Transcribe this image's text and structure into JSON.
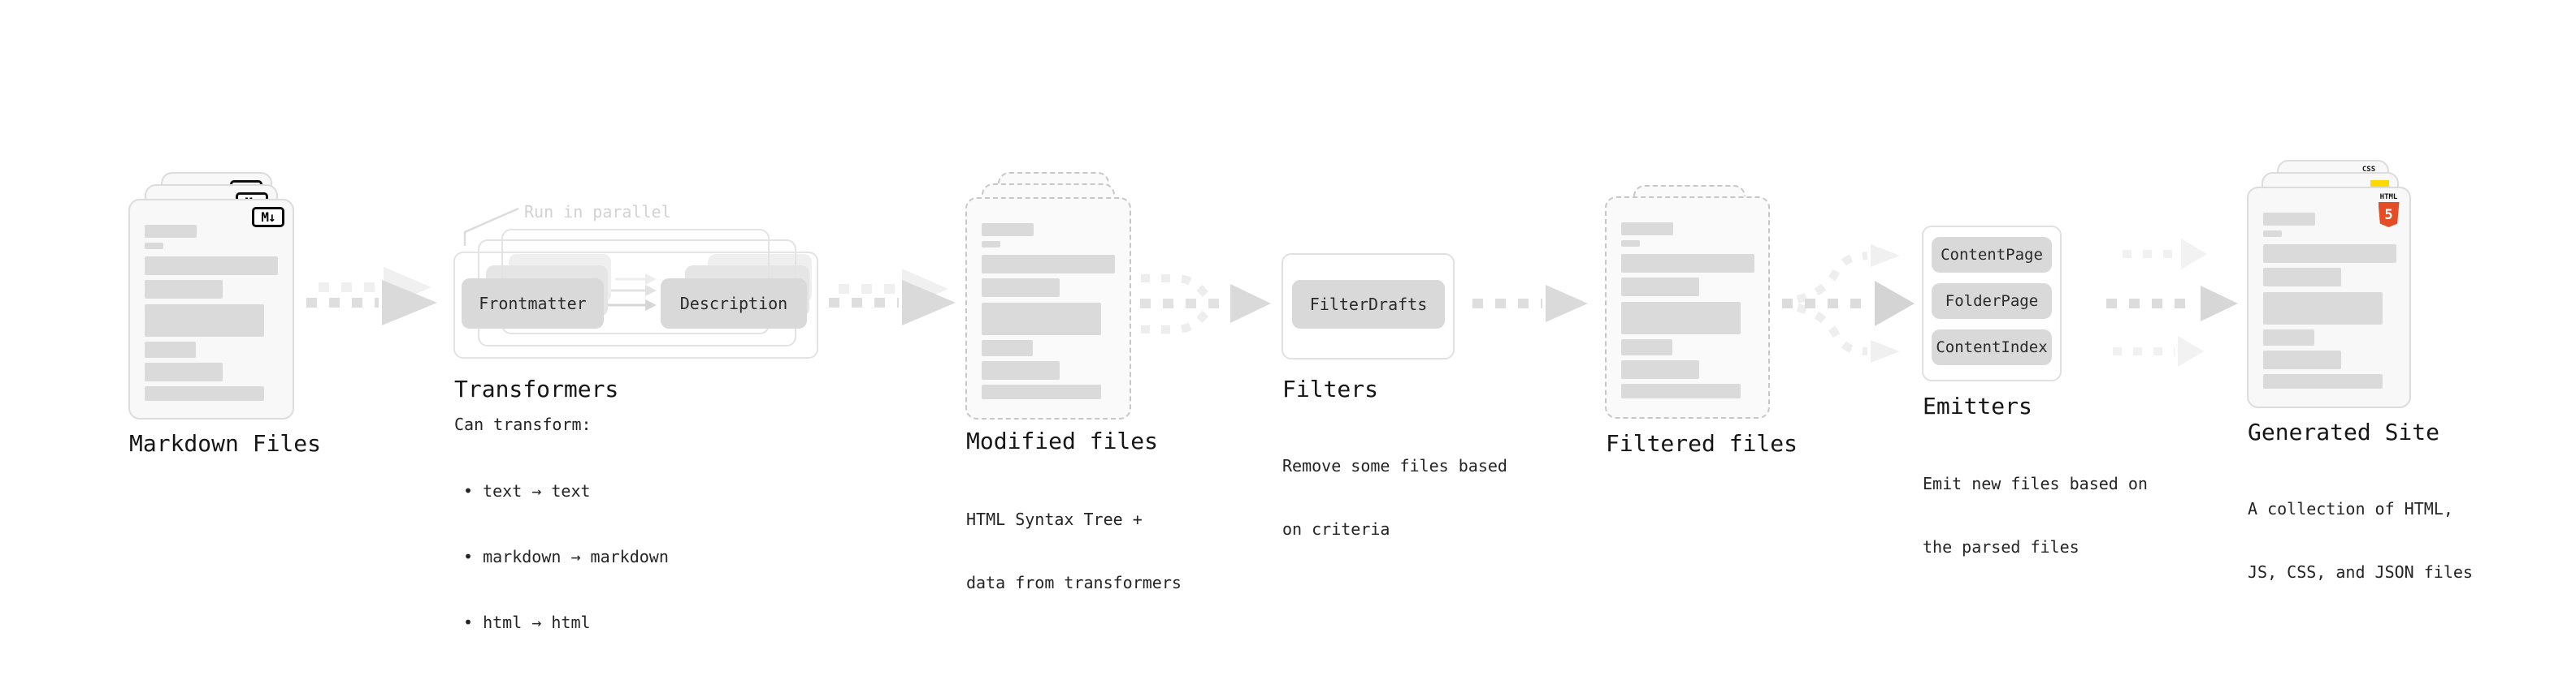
{
  "colors": {
    "doc_fill": "#f8f8f8",
    "doc_border": "#dcdcdc",
    "dashed_border": "#c7c7c7",
    "box_gray": "#d9d9d9",
    "arrow_gray": "#dcdcdc",
    "arrow_ghost": "#efefef",
    "html5_orange": "#e44d26",
    "js_yellow": "#ffd900",
    "css_blue": "#2764e8"
  },
  "markdown_files": {
    "title": "Markdown Files",
    "badge": "M↓"
  },
  "transformers": {
    "annotation": "Run in parallel",
    "boxes": {
      "frontmatter": "Frontmatter",
      "description": "Description"
    },
    "title": "Transformers",
    "desc_heading": "Can transform:",
    "bullets": [
      "• text → text",
      "• markdown → markdown",
      "• html → html"
    ]
  },
  "modified_files": {
    "title": "Modified files",
    "desc": [
      "HTML Syntax Tree +",
      "data from transformers"
    ]
  },
  "filters": {
    "box": "FilterDrafts",
    "title": "Filters",
    "desc": [
      "Remove some files based",
      "on criteria"
    ]
  },
  "filtered_files": {
    "title": "Filtered files"
  },
  "emitters": {
    "boxes": [
      "ContentPage",
      "FolderPage",
      "ContentIndex"
    ],
    "title": "Emitters",
    "desc": [
      "Emit new files based on",
      "the parsed files"
    ]
  },
  "generated_site": {
    "title": "Generated Site",
    "desc": [
      "A collection of HTML,",
      "JS, CSS, and JSON files"
    ],
    "badges": {
      "html5_label": "HTML",
      "html5_number": "5",
      "css_label": "CSS"
    }
  }
}
